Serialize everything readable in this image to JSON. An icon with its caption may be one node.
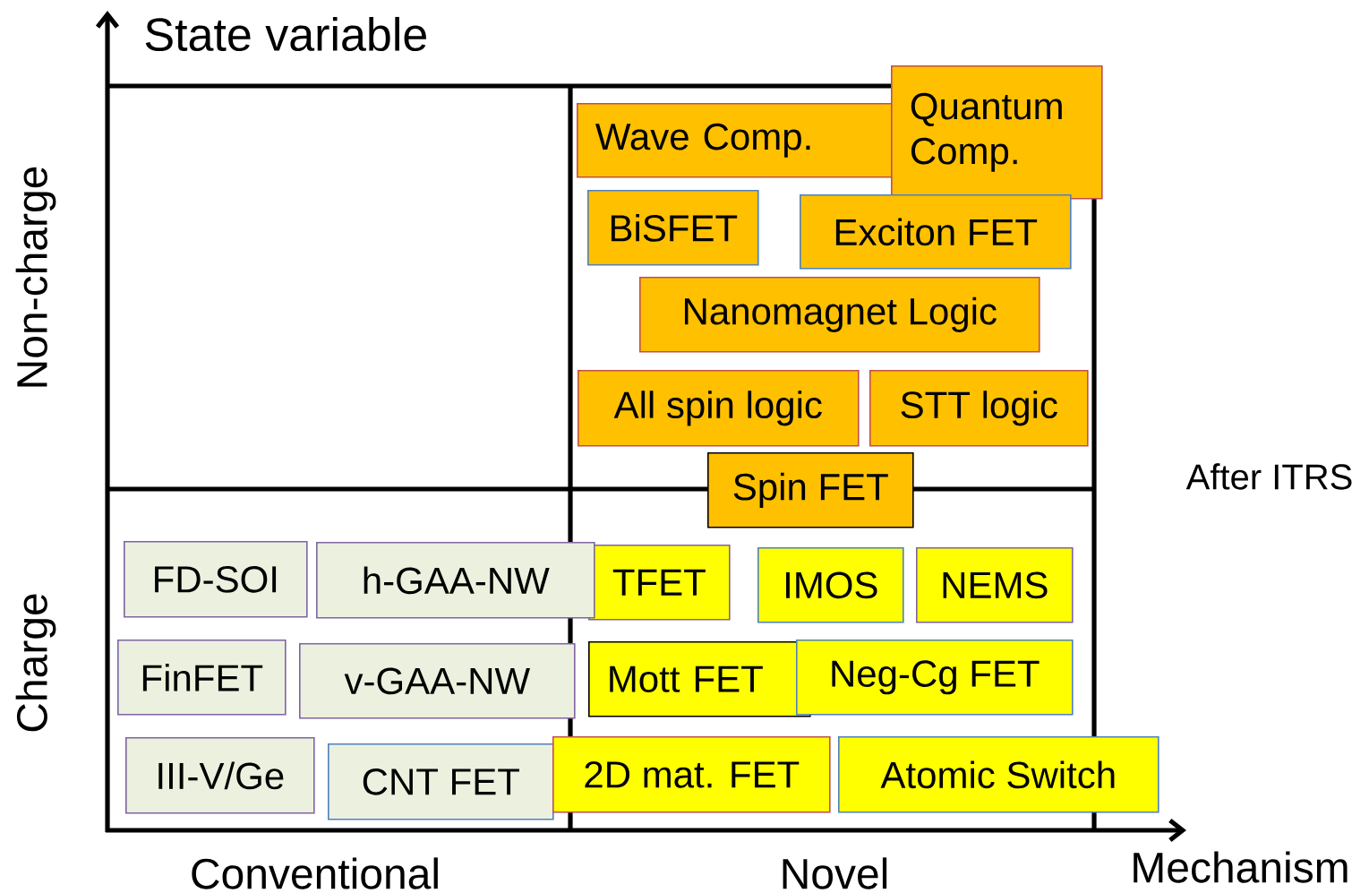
{
  "diagram": {
    "title": "State variable",
    "nodes": [
      {
        "text": [
          "Wave Comp."
        ]
      },
      {
        "text": [
          "Quantum Comp."
        ]
      },
      {
        "text": [
          "BiSFET"
        ]
      },
      {
        "text": [
          "Exciton FET"
        ]
      },
      {
        "text": [
          "Nanomagnet Logic"
        ]
      },
      {
        "text": [
          "All spin logic"
        ]
      },
      {
        "text": [
          "STT logic"
        ]
      },
      {
        "text": [
          "Spin FET"
        ]
      },
      {
        "text": [
          "FD-SOI"
        ]
      },
      {
        "text": [
          "h-GAA-NW"
        ]
      },
      {
        "text": [
          "TFET"
        ]
      },
      {
        "text": [
          "IMOS"
        ]
      },
      {
        "text": [
          "NEMS"
        ]
      },
      {
        "text": [
          "FinFET"
        ]
      },
      {
        "text": [
          "v-GAA-NW"
        ]
      },
      {
        "text": [
          "Mott FET"
        ]
      },
      {
        "text": [
          "Neg-Cg FET"
        ]
      },
      {
        "text": [
          "III-V/Ge"
        ]
      },
      {
        "text": [
          "CNT FET"
        ]
      },
      {
        "text": [
          "2D mat. FET"
        ]
      },
      {
        "text": [
          "Atomic Switch"
        ]
      }
    ],
    "labels": [
      "Non-charge",
      "Charge",
      "After ITRS",
      "Conventional",
      "Novel",
      "Mechanism"
    ]
  }
}
